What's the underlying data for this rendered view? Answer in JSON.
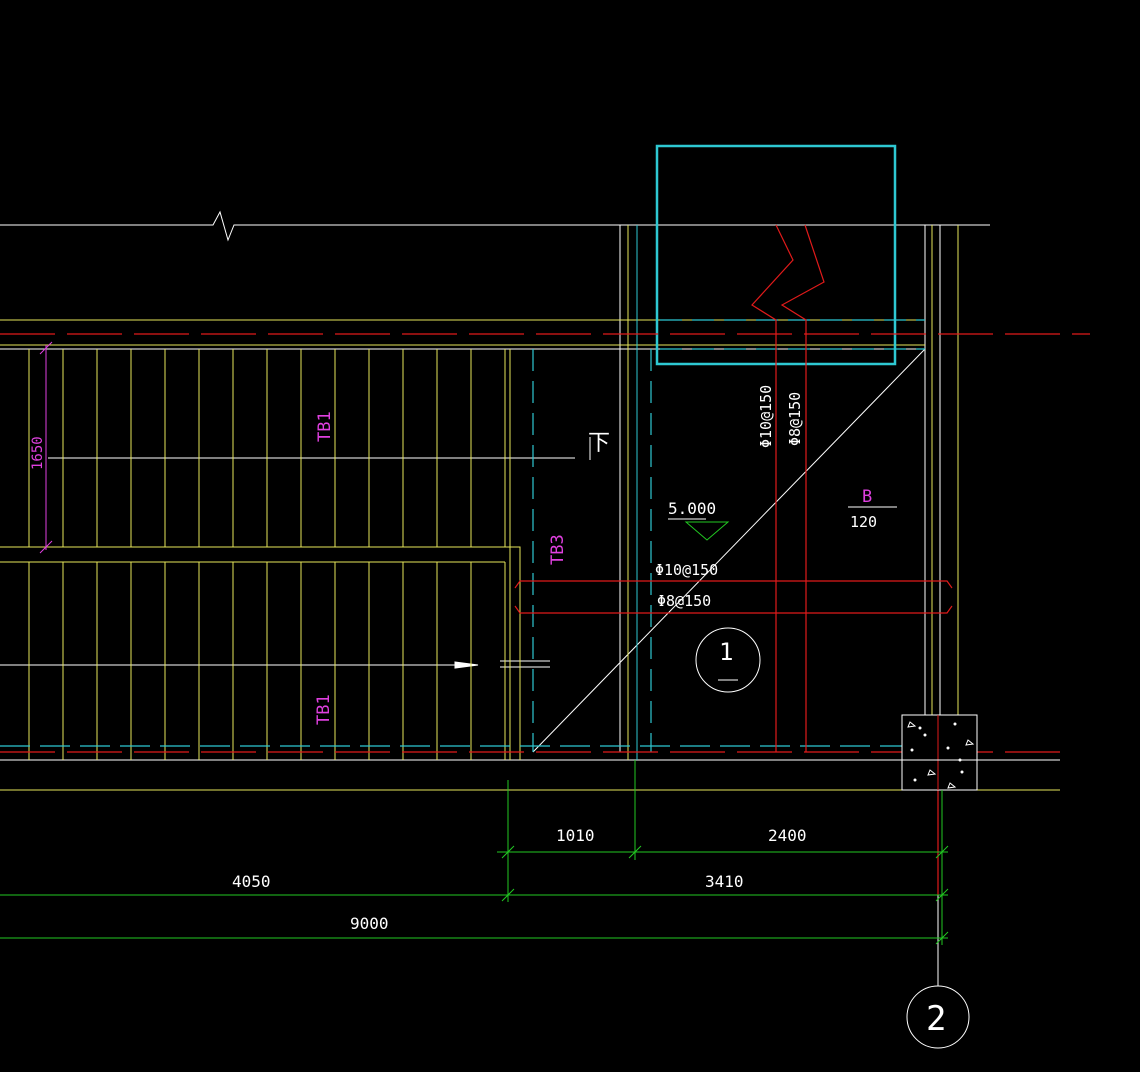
{
  "labels": {
    "tb1": "TB1",
    "tb3": "TB3",
    "down": "下",
    "dim_1650": "1650",
    "elevation": "5.000",
    "rebar_h1": "Φ10@150",
    "rebar_h2": "Φ8@150",
    "rebar_v1": "Φ10@150",
    "rebar_v2": "Φ8@150",
    "slab_mark": "B",
    "slab_thk": "120",
    "section_no": "1",
    "axis_no": "2"
  },
  "dimensions": {
    "d_1010": "1010",
    "d_2400": "2400",
    "d_4050": "4050",
    "d_3410": "3410",
    "d_9000": "9000"
  },
  "colors": {
    "background": "#000000",
    "white": "#ffffff",
    "yellow": "#e6e65a",
    "cyan": "#2ec8d2",
    "red": "#e01a1a",
    "green": "#22c822",
    "magenta": "#e040e0"
  }
}
